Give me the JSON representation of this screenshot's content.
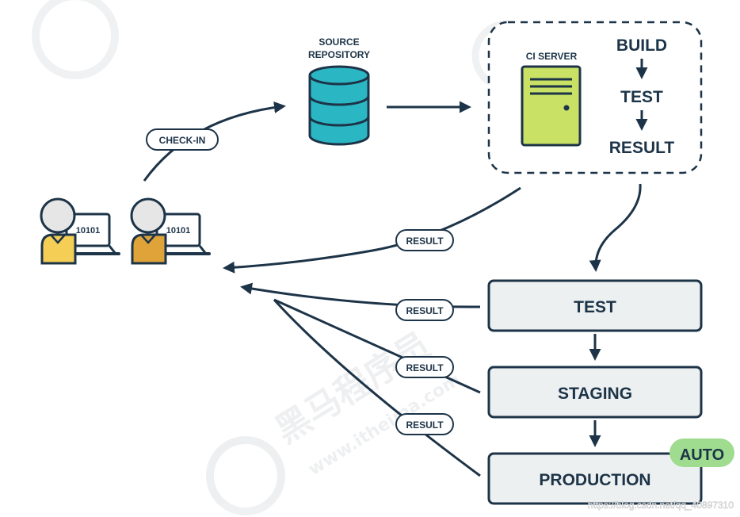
{
  "developers": [
    {
      "screen_text": "10101",
      "shirt_color": "#f5cf55"
    },
    {
      "screen_text": "10101",
      "shirt_color": "#e0a33a"
    }
  ],
  "checkin_label": "CHECK-IN",
  "source_repository": {
    "label_line1": "SOURCE",
    "label_line2": "REPOSITORY",
    "color": "#2bb6c4"
  },
  "ci_server": {
    "label": "CI SERVER",
    "color": "#c9e265",
    "steps": [
      "BUILD",
      "TEST",
      "RESULT"
    ]
  },
  "result_labels": [
    "RESULT",
    "RESULT",
    "RESULT",
    "RESULT"
  ],
  "pipeline": {
    "stages": [
      "TEST",
      "STAGING",
      "PRODUCTION"
    ],
    "auto_badge": "AUTO",
    "stage_fill": "#edf0f1",
    "badge_color": "#9fdc8f"
  },
  "colors": {
    "ink": "#1d3448"
  },
  "watermark": {
    "brand": "黑马程序员",
    "domain": "www.itheima.com"
  },
  "footer_url": "https://blog.csdn.net/qq_40897310"
}
